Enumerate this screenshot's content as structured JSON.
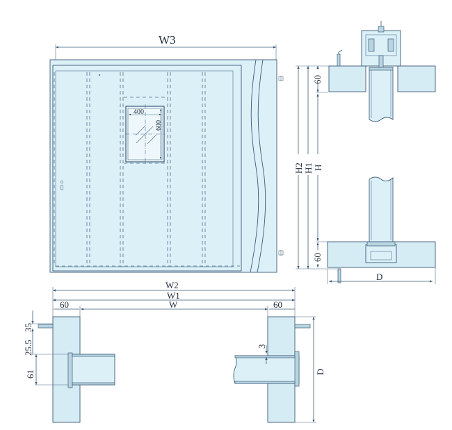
{
  "front_elevation": {
    "width_label": "W3",
    "window_width": "400",
    "window_height": "600"
  },
  "side_section": {
    "height_labels": [
      "H2",
      "H1",
      "H"
    ],
    "top_offset": "60",
    "bottom_offset": "60",
    "depth_label": "D"
  },
  "plan_section": {
    "overall_width": "W2",
    "frame_width": "W1",
    "clear_width": "W",
    "left_jamb": "60",
    "right_jamb": "60",
    "trim_offset": "35",
    "leaf_offset": "25.5",
    "leaf_thickness": "61",
    "gap": "3",
    "depth_label": "D"
  },
  "colors": {
    "fill": "#dcf0f8",
    "line": "#3b5a78"
  }
}
